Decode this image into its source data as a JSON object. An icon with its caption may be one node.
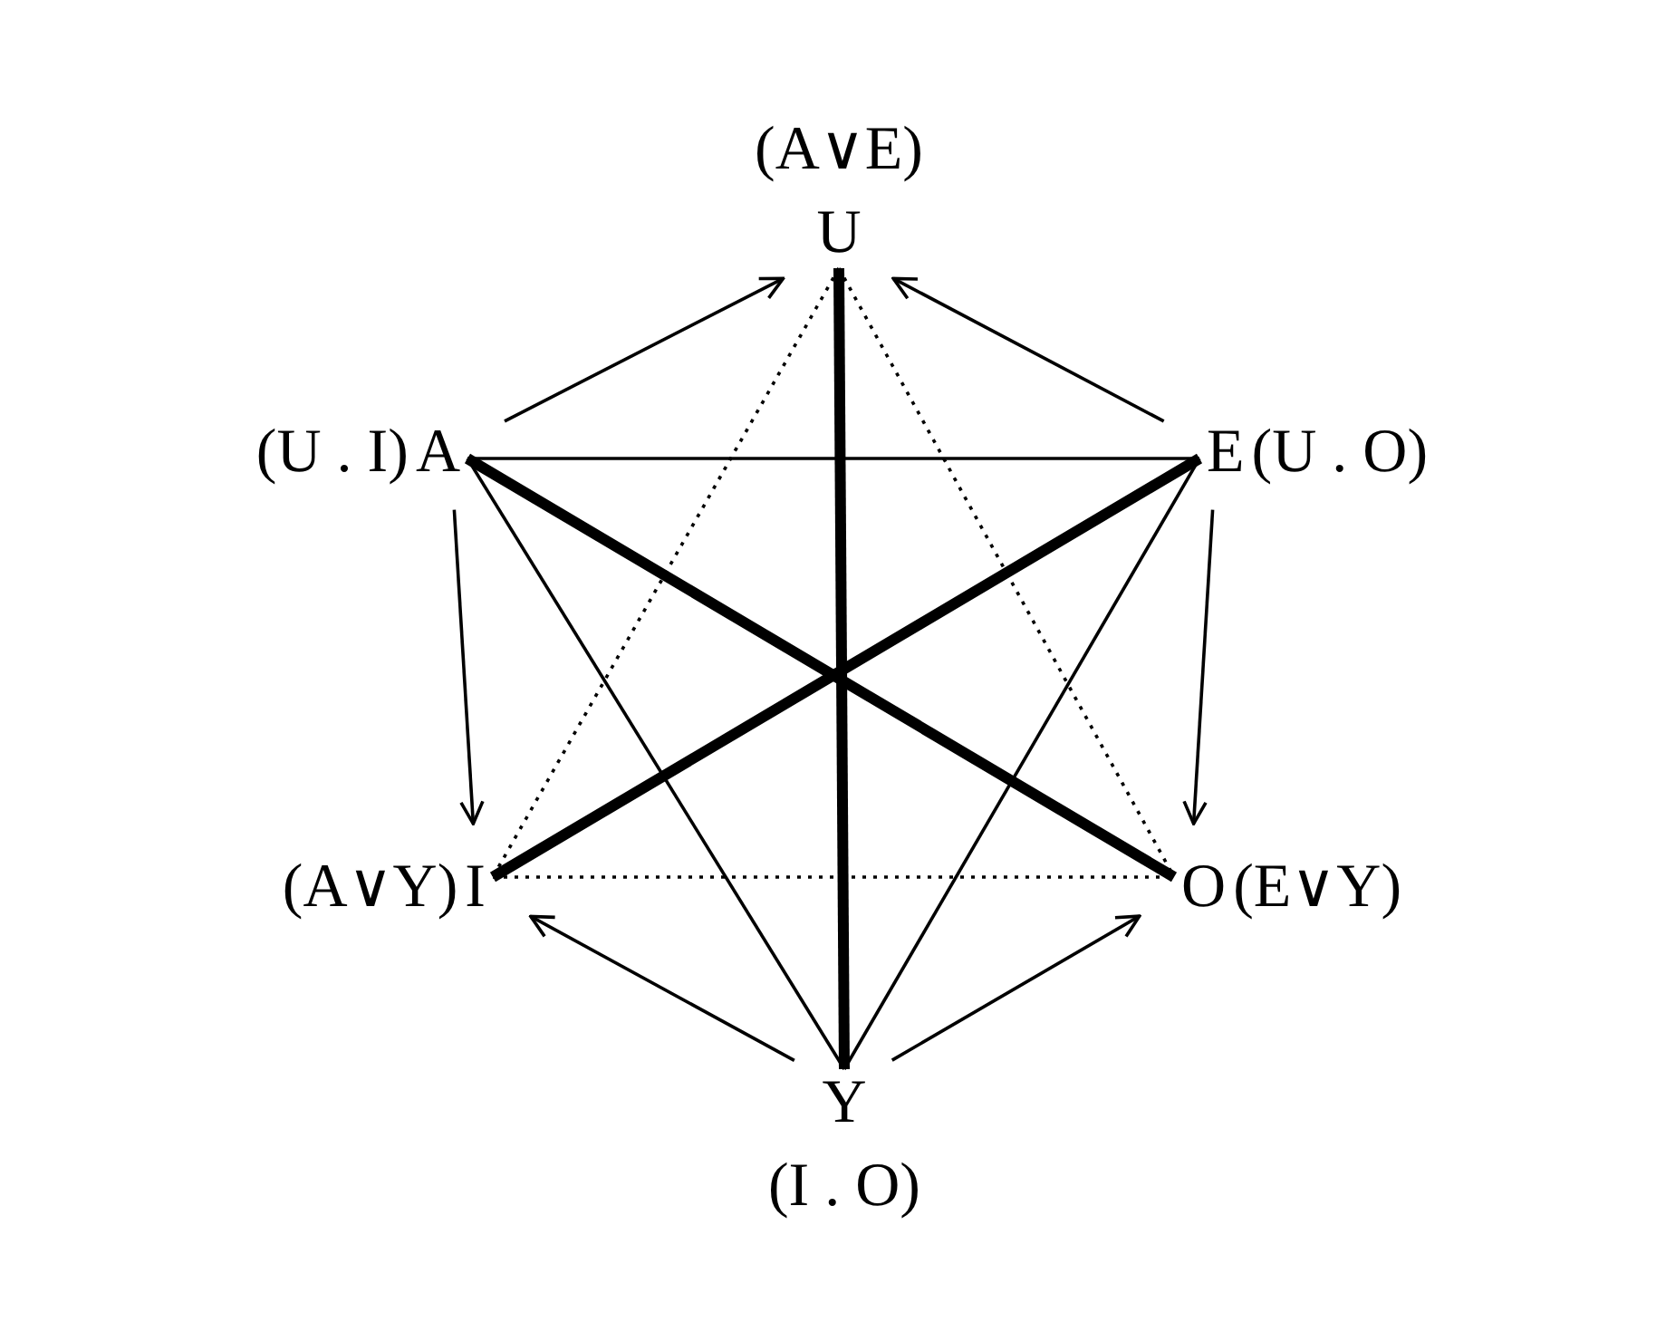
{
  "diagram": {
    "nodes": [
      {
        "text": [
          "U"
        ],
        "beside": [
          "(A∨E)"
        ]
      },
      {
        "text": [
          "A"
        ],
        "beside": [
          "(U . I)"
        ]
      },
      {
        "text": [
          "E"
        ],
        "beside": [
          "(U . O)"
        ]
      },
      {
        "text": [
          "I"
        ],
        "beside": [
          "(A∨Y)"
        ]
      },
      {
        "text": [
          "O"
        ],
        "beside": [
          "(E∨Y)"
        ]
      },
      {
        "text": [
          "Y"
        ],
        "beside": [
          "(I . O)"
        ]
      }
    ],
    "edges": [
      {
        "from": 0,
        "to": 5,
        "arrow": "none",
        "style": "thick"
      },
      {
        "from": 1,
        "to": 4,
        "arrow": "none",
        "style": "thick"
      },
      {
        "from": 2,
        "to": 3,
        "arrow": "none",
        "style": "thick"
      },
      {
        "from": 1,
        "to": 2,
        "arrow": "none"
      },
      {
        "from": 1,
        "to": 5,
        "arrow": "none"
      },
      {
        "from": 2,
        "to": 5,
        "arrow": "none"
      },
      {
        "from": 0,
        "to": 3,
        "arrow": "none",
        "style": "dashed"
      },
      {
        "from": 0,
        "to": 4,
        "arrow": "none",
        "style": "dashed"
      },
      {
        "from": 3,
        "to": 4,
        "arrow": "none",
        "style": "dashed"
      },
      {
        "from": 1,
        "to": 0,
        "arrow": "to"
      },
      {
        "from": 2,
        "to": 0,
        "arrow": "to"
      },
      {
        "from": 1,
        "to": 3,
        "arrow": "to"
      },
      {
        "from": 2,
        "to": 4,
        "arrow": "to"
      },
      {
        "from": 5,
        "to": 3,
        "arrow": "to"
      },
      {
        "from": 5,
        "to": 4,
        "arrow": "to"
      }
    ]
  }
}
